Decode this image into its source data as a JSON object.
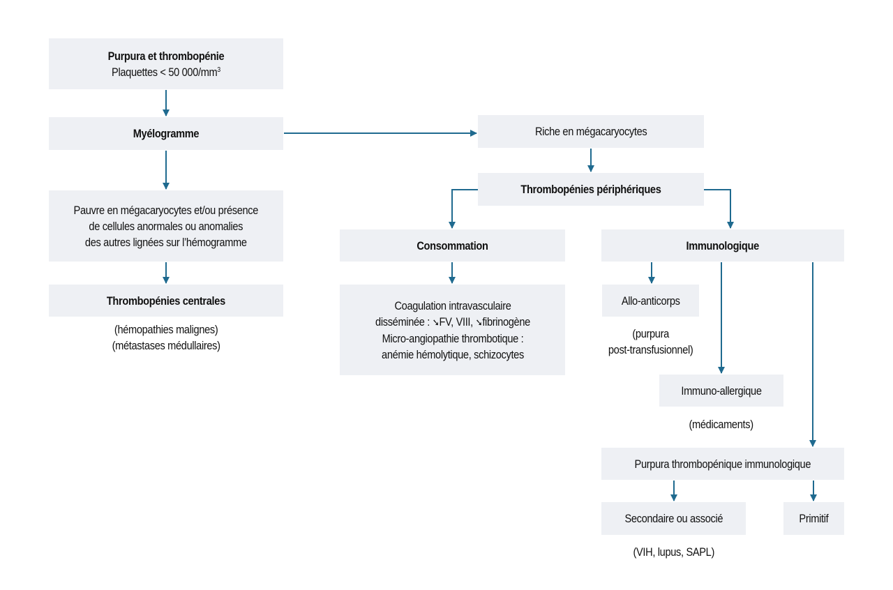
{
  "colors": {
    "box_fill": "#eef0f4",
    "connector": "#1f6a8f",
    "text": "#111111"
  },
  "nodes": {
    "purpura": {
      "line1": "Purpura et thrombopénie",
      "line2_prefix": "Plaquettes < 50 000/mm",
      "line2_sup": "3"
    },
    "myelogramme": {
      "label": "Myélogramme"
    },
    "pauvre": {
      "lines": [
        "Pauvre en mégacaryocytes et/ou présence",
        "de cellules anormales ou anomalies",
        "des autres lignées sur l’hémogramme"
      ]
    },
    "centrales": {
      "label": "Thrombopénies centrales",
      "notes": [
        "(hémopathies malignes)",
        "(métastases médullaires)"
      ]
    },
    "riche": {
      "label": "Riche en mégacaryocytes"
    },
    "peripheriques": {
      "label": "Thrombopénies périphériques"
    },
    "consommation": {
      "label": "Consommation"
    },
    "coagulation": {
      "line1": "Coagulation intravasculaire",
      "line2_a": "disséminée : ",
      "arrow_glyph": "➘",
      "line2_b": "FV, VIII, ",
      "line2_c": "fibrinogène",
      "line3": "Micro-angiopathie thrombotique :",
      "line4": "anémie hémolytique, schizocytes"
    },
    "immunologique": {
      "label": "Immunologique"
    },
    "allo": {
      "label": "Allo-anticorps",
      "notes": [
        "(purpura",
        "post-transfusionnel)"
      ]
    },
    "immuno_allergique": {
      "label": "Immuno-allergique",
      "notes": [
        "(médicaments)"
      ]
    },
    "pti": {
      "label": "Purpura thrombopénique immunologique"
    },
    "secondaire": {
      "label": "Secondaire ou associé",
      "notes": [
        "(VIH, lupus, SAPL)"
      ]
    },
    "primitif": {
      "label": "Primitif"
    }
  },
  "edges": [
    [
      "purpura",
      "myelogramme"
    ],
    [
      "myelogramme",
      "riche"
    ],
    [
      "myelogramme",
      "pauvre"
    ],
    [
      "pauvre",
      "centrales"
    ],
    [
      "riche",
      "peripheriques"
    ],
    [
      "peripheriques",
      "consommation"
    ],
    [
      "peripheriques",
      "immunologique"
    ],
    [
      "consommation",
      "coagulation"
    ],
    [
      "immunologique",
      "allo"
    ],
    [
      "immunologique",
      "immuno_allergique"
    ],
    [
      "immunologique",
      "pti"
    ],
    [
      "pti",
      "secondaire"
    ],
    [
      "pti",
      "primitif"
    ]
  ]
}
